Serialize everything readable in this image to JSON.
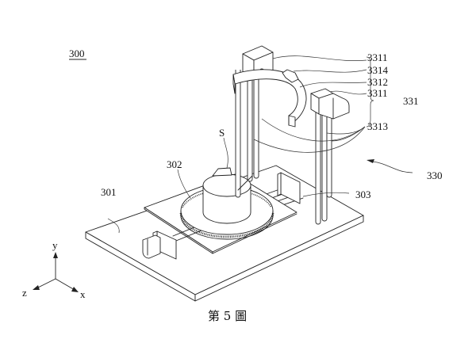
{
  "figure": {
    "reference_number": "300",
    "caption": "第 5 圖"
  },
  "labels": {
    "base": "301",
    "gear_platform": "302",
    "linear_rail": "303",
    "sample": "S",
    "assembly": "330",
    "subassembly": "331",
    "part_3311_top": "3311",
    "part_3314": "3314",
    "part_3312": "3312",
    "part_3311_bottom": "3311",
    "part_3313": "3313"
  },
  "axes": {
    "x": "x",
    "y": "y",
    "z": "z"
  }
}
